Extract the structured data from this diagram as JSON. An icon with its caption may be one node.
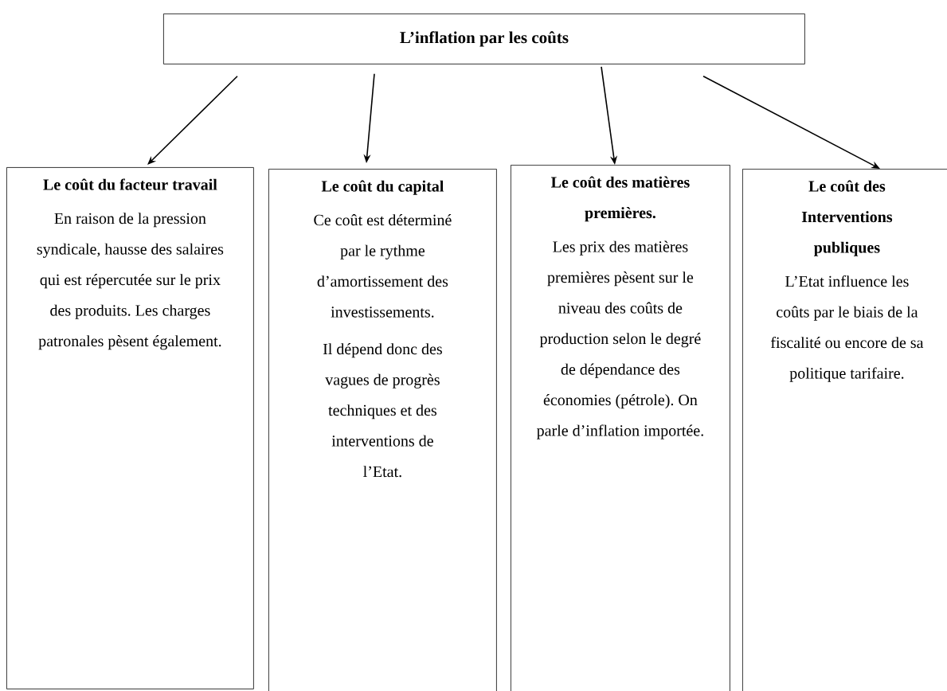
{
  "diagram": {
    "nodes": [
      {
        "text": [
          "L’inflation par les coûts"
        ]
      },
      {
        "text": [
          "Le coût du facteur travail",
          "En raison de la pression syndicale, hausse des salaires qui est répercutée sur le prix des produits. Les charges patronales pèsent également."
        ]
      },
      {
        "text": [
          "Le coût du capital",
          "Ce coût est déterminé par le rythme d’amortissement des investissements.",
          "Il dépend donc des vagues de progrès techniques et des interventions de l’Etat."
        ]
      },
      {
        "text": [
          "Le coût des matières premières.",
          "Les prix des matières premières pèsent sur le niveau des coûts de production selon le degré de dépendance des économies (pétrole). On parle d’inflation importée."
        ]
      },
      {
        "text": [
          "Le coût des Interventions publiques",
          "L’Etat influence les coûts par le biais de la fiscalité ou encore de sa politique tarifaire."
        ]
      }
    ],
    "edges": [
      {
        "from": 0,
        "to": 1,
        "arrow": "to"
      },
      {
        "from": 0,
        "to": 2,
        "arrow": "to"
      },
      {
        "from": 0,
        "to": 3,
        "arrow": "to"
      },
      {
        "from": 0,
        "to": 4,
        "arrow": "to"
      }
    ]
  }
}
